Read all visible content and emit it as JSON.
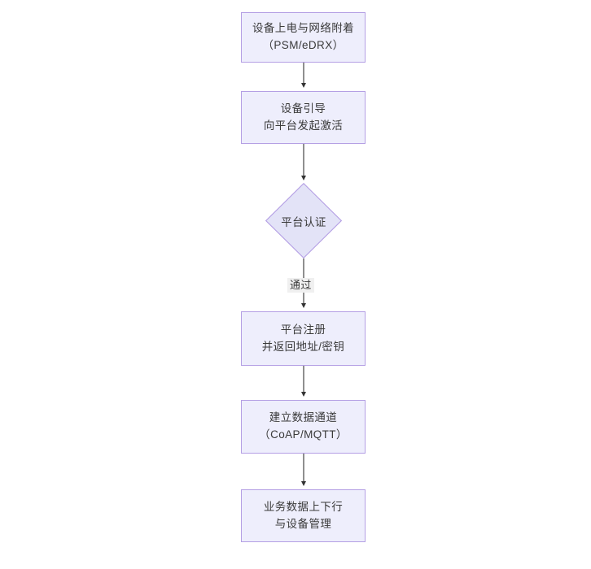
{
  "diagram": {
    "type": "flowchart",
    "orientation": "top-to-bottom",
    "background_color": "#ffffff",
    "node_fill_color": "#eeeefc",
    "node_border_color": "#b49fe4",
    "connector_color": "#333333",
    "text_color": "#3a3a3a",
    "edge_label_background": "#f0f0f0",
    "nodes": [
      {
        "id": "n1",
        "shape": "rectangle",
        "line1": "设备上电与网络附着",
        "line2": "（PSM/eDRX）"
      },
      {
        "id": "n2",
        "shape": "rectangle",
        "line1": "设备引导",
        "line2": "向平台发起激活"
      },
      {
        "id": "n3",
        "shape": "diamond",
        "line1": "平台认证",
        "line2": ""
      },
      {
        "id": "n4",
        "shape": "rectangle",
        "line1": "平台注册",
        "line2": "并返回地址/密钥"
      },
      {
        "id": "n5",
        "shape": "rectangle",
        "line1": "建立数据通道",
        "line2": "（CoAP/MQTT）"
      },
      {
        "id": "n6",
        "shape": "rectangle",
        "line1": "业务数据上下行",
        "line2": "与设备管理"
      }
    ],
    "edges": [
      {
        "id": "e1",
        "from": "n1",
        "to": "n2",
        "label": ""
      },
      {
        "id": "e2",
        "from": "n2",
        "to": "n3",
        "label": ""
      },
      {
        "id": "e3",
        "from": "n3",
        "to": "n4",
        "label": "通过"
      },
      {
        "id": "e4",
        "from": "n4",
        "to": "n5",
        "label": ""
      },
      {
        "id": "e5",
        "from": "n5",
        "to": "n6",
        "label": ""
      }
    ]
  }
}
